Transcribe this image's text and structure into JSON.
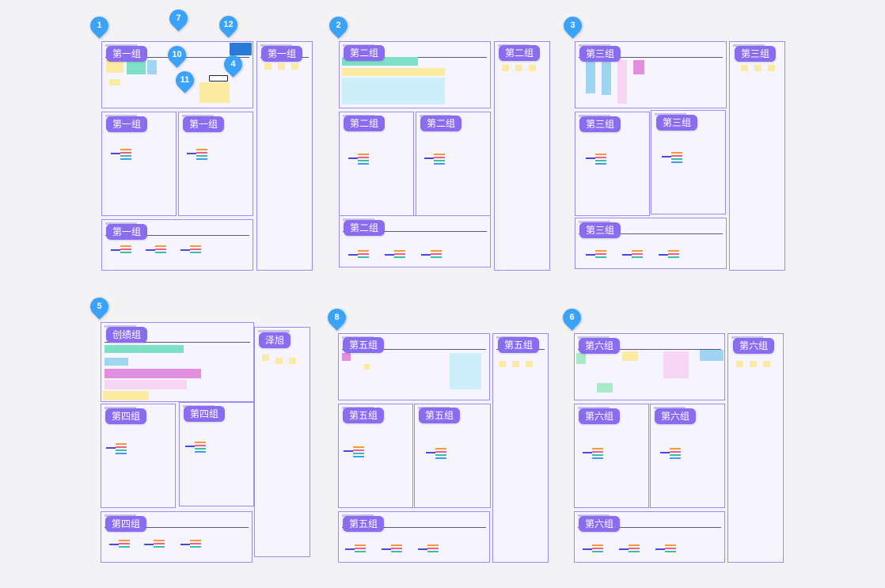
{
  "groups": {
    "g1": "第一组",
    "g2": "第二组",
    "g3": "第三组",
    "gc": "创绩组",
    "g4": "第四组",
    "g5": "第五组",
    "g6": "第六组",
    "zexu": "泽旭"
  },
  "pins": [
    "1",
    "2",
    "3",
    "4",
    "5",
    "6",
    "7",
    "8",
    "10",
    "11",
    "12"
  ],
  "colors": {
    "frame": "#9a8cf2",
    "tag": "#8a6cf0",
    "pin": "#3aa2f8",
    "teal": "#7fe0c8",
    "blue": "#9fd4f2",
    "yellow": "#fbeaa2",
    "pink": "#f2b6f0",
    "green": "#a8eac8"
  }
}
